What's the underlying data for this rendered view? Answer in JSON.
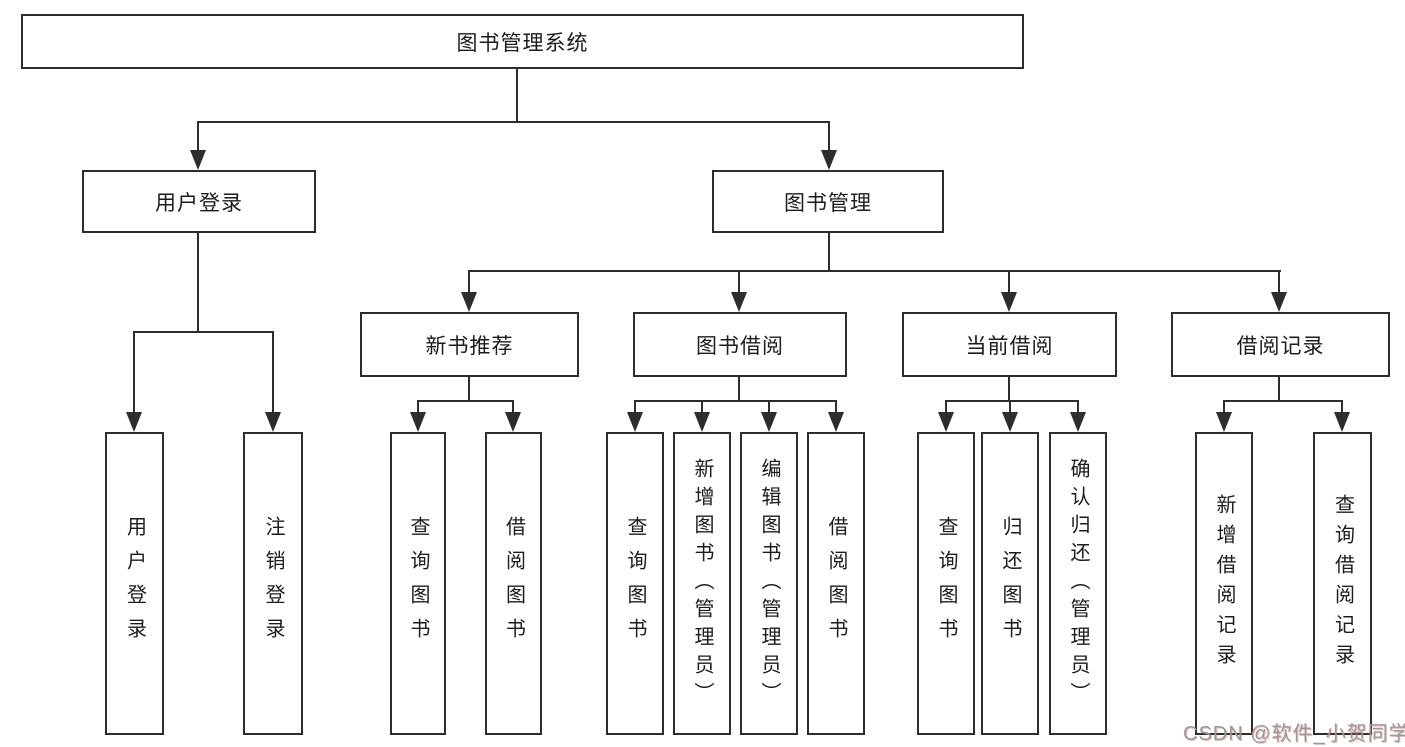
{
  "colors": {
    "line": "#2d2d2d",
    "box_border": "#2d2d2d",
    "text": "#1c1c1c",
    "watermark": "#9a9a9a",
    "background": "#ffffff"
  },
  "nodes": {
    "root": {
      "label": "图书管理系统"
    },
    "user_login": {
      "label": "用户登录"
    },
    "book_mgmt": {
      "label": "图书管理"
    },
    "new_book_rec": {
      "label": "新书推荐"
    },
    "book_borrow": {
      "label": "图书借阅"
    },
    "current_borrow": {
      "label": "当前借阅"
    },
    "borrow_record": {
      "label": "借阅记录"
    },
    "leaf_user_login": {
      "label": "用户登录"
    },
    "leaf_logout": {
      "label": "注销登录"
    },
    "leaf_query_book_rec": {
      "label": "查询图书"
    },
    "leaf_borrow_book_rec": {
      "label": "借阅图书"
    },
    "leaf_query_book_borrow": {
      "label": "查询图书"
    },
    "leaf_add_book": {
      "label": "新增图书（管理员）"
    },
    "leaf_edit_book": {
      "label": "编辑图书（管理员）"
    },
    "leaf_borrow_book_borrow": {
      "label": "借阅图书"
    },
    "leaf_query_book_current": {
      "label": "查询图书"
    },
    "leaf_return_book": {
      "label": "归还图书"
    },
    "leaf_confirm_return": {
      "label": "确认归还（管理员）"
    },
    "leaf_add_borrow_record": {
      "label": "新增借阅记录"
    },
    "leaf_query_borrow_record": {
      "label": "查询借阅记录"
    }
  },
  "watermark": {
    "text": "CSDN @软件_小贺同学"
  }
}
